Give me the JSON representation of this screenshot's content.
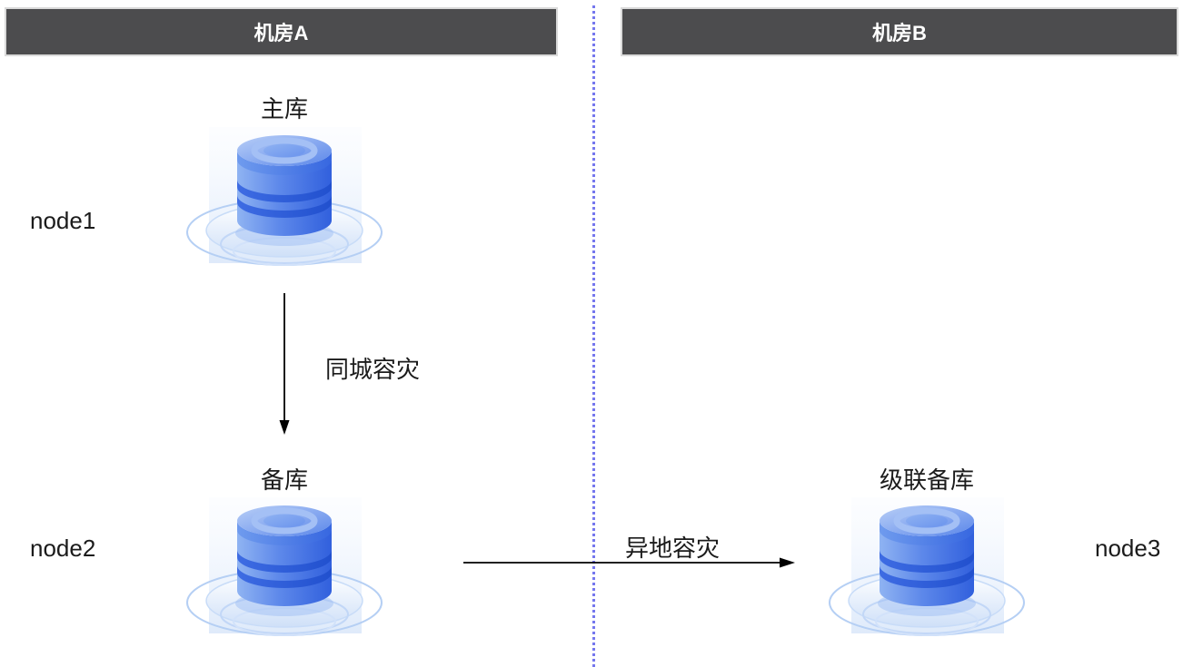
{
  "diagram": {
    "title": "database-disaster-recovery-topology",
    "rooms": [
      {
        "label": "机房A"
      },
      {
        "label": "机房B"
      }
    ],
    "nodes": [
      {
        "name": "node1",
        "role": "主库",
        "room": "机房A"
      },
      {
        "name": "node2",
        "role": "备库",
        "room": "机房A"
      },
      {
        "name": "node3",
        "role": "级联备库",
        "room": "机房B"
      }
    ],
    "links": [
      {
        "label": "同城容灾",
        "from": "node1",
        "to": "node2",
        "direction": "down"
      },
      {
        "label": "异地容灾",
        "from": "node2",
        "to": "node3",
        "direction": "right"
      }
    ],
    "icons": [
      {
        "name": "database-icon",
        "shape": "blue-3d-cylinder-with-ripple-base"
      }
    ],
    "colors": {
      "room_header_bg": "#4c4c4e",
      "room_header_text": "#ffffff",
      "room_header_border": "#dadada",
      "divider_dotted": "#7577ee",
      "arrow": "#000000",
      "label_text": "#1b1b1b",
      "db_blue_dark": "#3160dd",
      "db_blue_mid": "#5d88ea",
      "db_blue_light": "#8fb3f2",
      "db_groove": "#2150ce",
      "ripple_stroke": "#b5cff4",
      "background": "#ffffff"
    }
  }
}
